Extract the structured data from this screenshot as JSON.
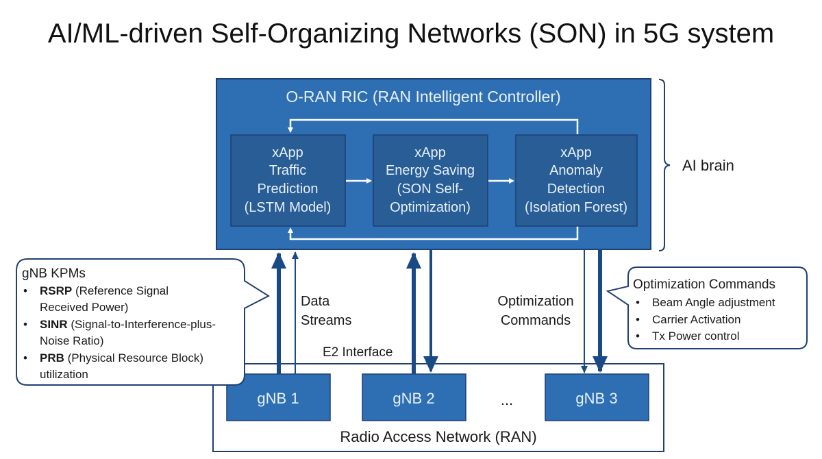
{
  "title": "AI/ML-driven Self-Organizing Networks (SON) in 5G system",
  "colors": {
    "ric_fill": "#2e6fb4",
    "xapp_fill": "#285d96",
    "arrow_dark": "#1a4a86",
    "outline": "#1f3f73",
    "white": "#ffffff"
  },
  "ric": {
    "title": "O-RAN RIC (RAN Intelligent Controller)",
    "xapps": [
      {
        "lines": [
          "xApp",
          "Traffic",
          "Prediction",
          "(LSTM Model)"
        ]
      },
      {
        "lines": [
          "xApp",
          "Energy Saving",
          "(SON Self-",
          "Optimization)"
        ]
      },
      {
        "lines": [
          "xApp",
          "Anomaly",
          "Detection",
          "(Isolation Forest)"
        ]
      }
    ]
  },
  "brace_label": "AI brain",
  "kpm_bubble": {
    "heading": "gNB KPMs",
    "items": [
      {
        "bold": "RSRP",
        "rest": " (Reference Signal",
        "cont": "Received Power)"
      },
      {
        "bold": "SINR",
        "rest": " (Signal-to-Interference-plus-",
        "cont": "Noise Ratio)"
      },
      {
        "bold": "PRB",
        "rest": " (Physical Resource Block)",
        "cont": "utilization"
      }
    ]
  },
  "data_streams_label": [
    "Data",
    "Streams"
  ],
  "optimization_label": [
    "Optimization",
    "Commands"
  ],
  "e2_label": "E2 Interface",
  "cmd_bubble": {
    "heading": "Optimization Commands",
    "items": [
      "Beam Angle adjustment",
      "Carrier Activation",
      "Tx Power control"
    ]
  },
  "gnbs": [
    "gNB 1",
    "gNB 2",
    "gNB 3"
  ],
  "ellipsis": "...",
  "ran_label": "Radio Access Network (RAN)",
  "bullet": "•"
}
